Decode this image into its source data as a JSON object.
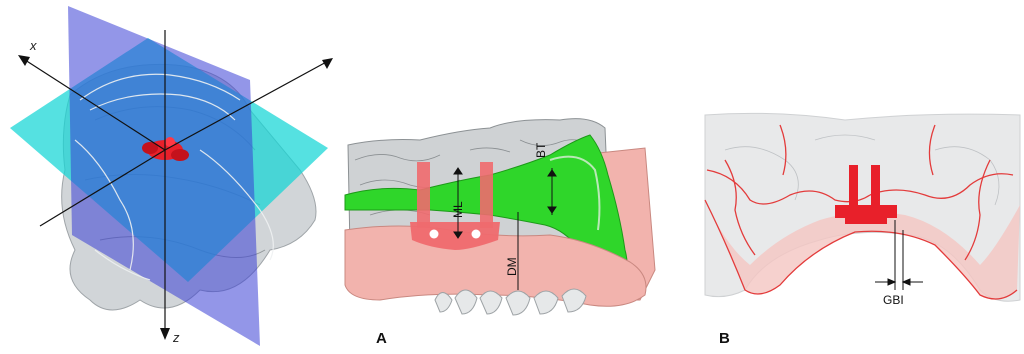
{
  "figure": {
    "axes_panel": {
      "x_axis_label": "x",
      "z_axis_label": "z"
    },
    "panel_a": {
      "letter": "A",
      "labels": {
        "ml": "ML",
        "bt": "BT",
        "dm": "DM"
      }
    },
    "panel_b": {
      "letter": "B",
      "labels": {
        "gbi": "GBI"
      }
    }
  },
  "colors": {
    "cyan_plane": "#14d6d6",
    "blue_plane": "#3b3fd6",
    "implant_red": "#e8202a",
    "implant_pink": "#ef6a6e",
    "bone_green": "#2fd62a",
    "jaw_pink": "#f2b3ad",
    "bone_gray": "#c9cbcd",
    "outline_red": "#e33b3b"
  }
}
